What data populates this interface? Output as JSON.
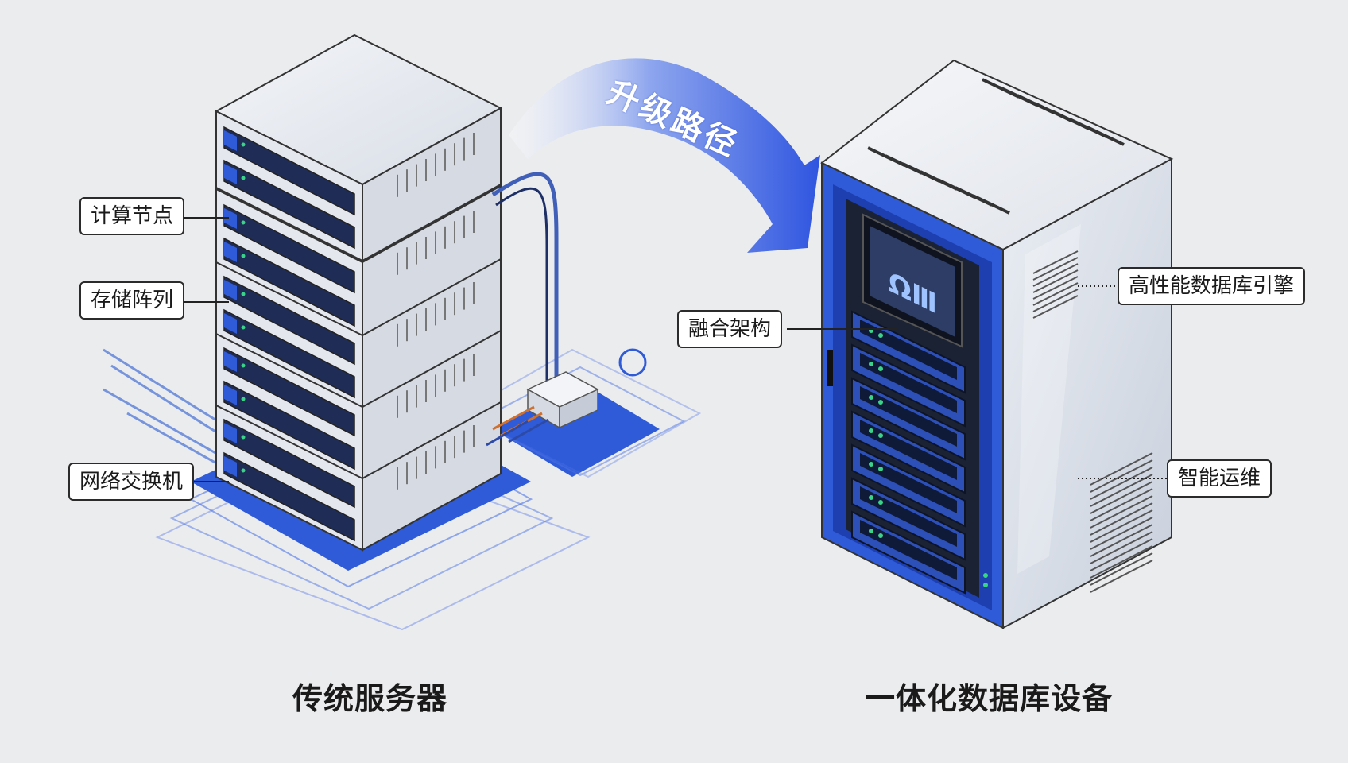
{
  "arrow_label": "升级路径",
  "left": {
    "caption": "传统服务器",
    "callouts": {
      "compute": "计算节点",
      "storage": "存储阵列",
      "network": "网络交换机"
    }
  },
  "right": {
    "caption": "一体化数据库设备",
    "callouts": {
      "fusion": "融合架构",
      "engine": "高性能数据库引擎",
      "ops": "智能运维"
    },
    "screen_logo": "ΩⅢ"
  },
  "colors": {
    "background": "#ebecee",
    "accent": "#2f5bd8",
    "accent_dark": "#1d3fb0",
    "metal": "#dfe3ea",
    "led": "#3bd38a"
  }
}
